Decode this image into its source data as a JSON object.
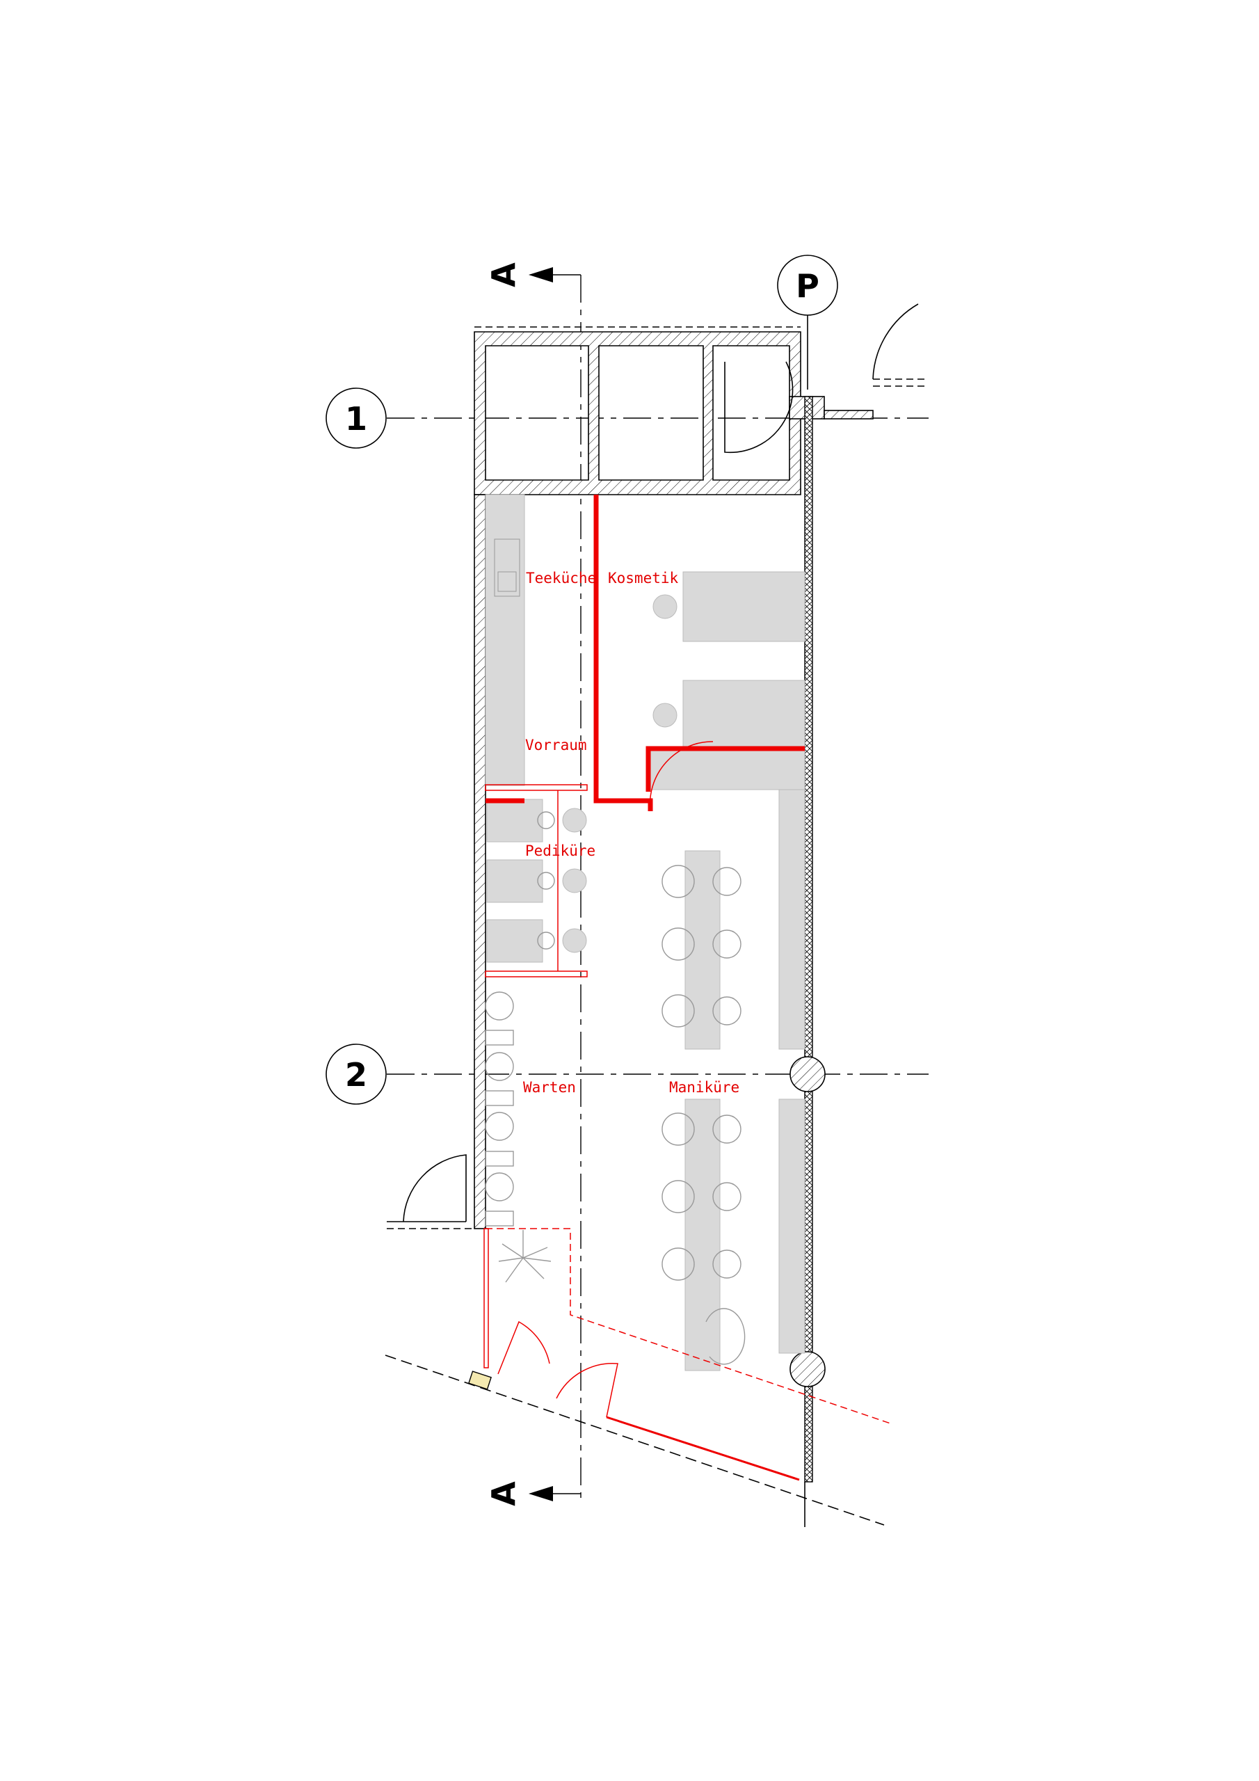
{
  "title": "Grundriss Nagel- und Kosmetikstudio",
  "axes": {
    "axis_1": "1",
    "axis_2": "2",
    "axis_p": "P"
  },
  "section": {
    "label_top": "A",
    "label_bottom": "A"
  },
  "rooms": {
    "teekueche": "Teeküche",
    "kosmetik": "Kosmetik",
    "vorraum": "Vorraum",
    "pedikuere": "Pediküre",
    "warten": "Warten",
    "manikuere": "Maniküre"
  },
  "colors": {
    "new_wall": "#ee0000",
    "furniture": "#d9d9d9",
    "lines": "#000000"
  }
}
